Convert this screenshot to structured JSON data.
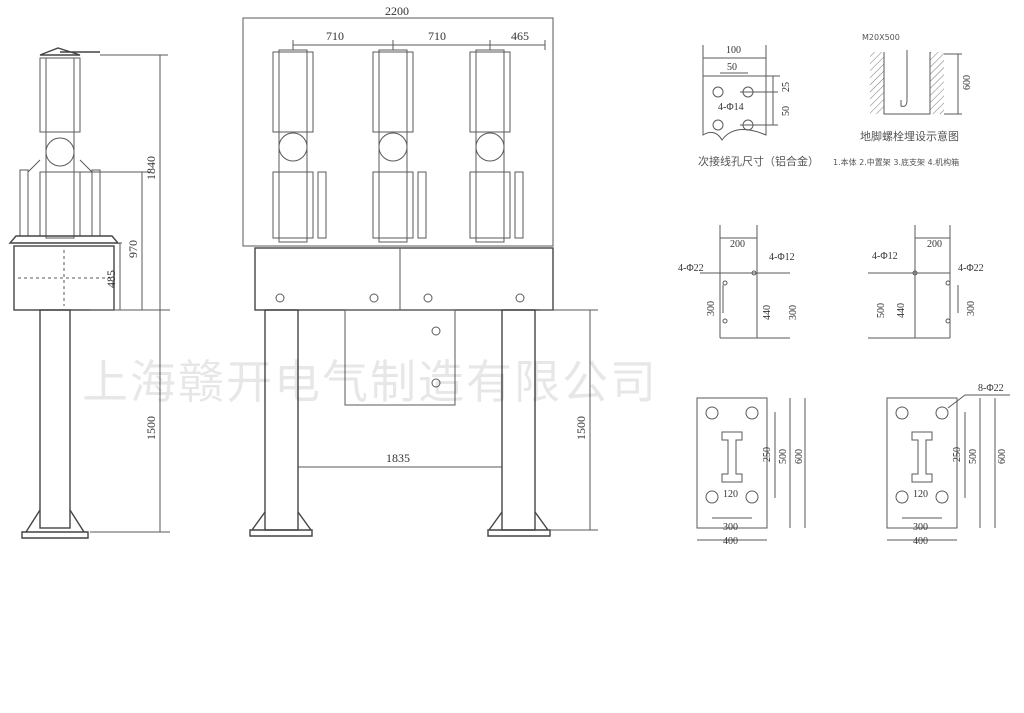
{
  "side_view": {
    "dims": [
      "1840",
      "970",
      "485",
      "1500"
    ]
  },
  "front_view": {
    "dims": [
      "2200",
      "710",
      "710",
      "465",
      "1835",
      "1500"
    ]
  },
  "terminal_detail": {
    "dims": [
      "100",
      "50",
      "25",
      "50"
    ],
    "hole_label": "4-Φ14",
    "caption": "次接线孔尺寸（铝合金）"
  },
  "anchor_detail": {
    "bolt": "M20X500",
    "depth": "600",
    "caption": "地脚螺栓埋设示意图",
    "legend": "1.本体 2.中置架 3.底支架 4.机构箱"
  },
  "mount_left": {
    "dims": [
      "200",
      "300",
      "440",
      "300"
    ],
    "labels": [
      "4-Φ22",
      "4-Φ12"
    ]
  },
  "mount_right": {
    "dims": [
      "200",
      "500",
      "440",
      "300"
    ],
    "labels": [
      "4-Φ12",
      "4-Φ22"
    ]
  },
  "foundation_left": {
    "dims": [
      "250",
      "500",
      "600",
      "120",
      "300",
      "400"
    ]
  },
  "foundation_right": {
    "dims": [
      "8-Φ22",
      "250",
      "500",
      "600",
      "120",
      "300",
      "400"
    ]
  },
  "watermark": "上海赣开电气制造有限公司"
}
